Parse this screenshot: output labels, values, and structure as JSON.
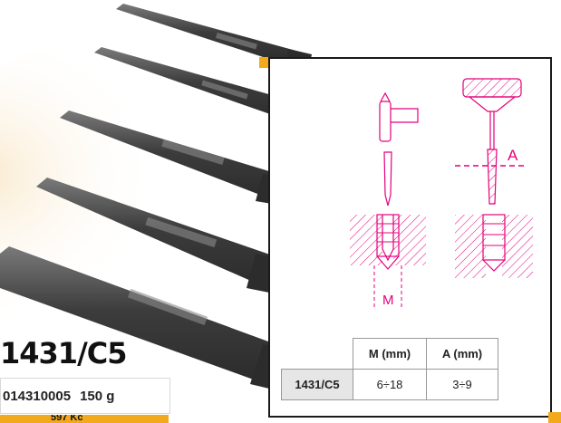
{
  "product": {
    "model": "1431/C5",
    "code": "014310005",
    "weight": "150 g",
    "price": "597 Kč"
  },
  "diagram": {
    "label_a": "A",
    "label_m": "M"
  },
  "spec_table": {
    "headers": [
      "",
      "M (mm)",
      "A (mm)"
    ],
    "rows": [
      [
        "1431/C5",
        "6÷18",
        "3÷9"
      ]
    ]
  },
  "colors": {
    "accent": "#f2a91c",
    "diagram_magenta": "#e4007c",
    "tool_steel": "#4a4a4a"
  }
}
